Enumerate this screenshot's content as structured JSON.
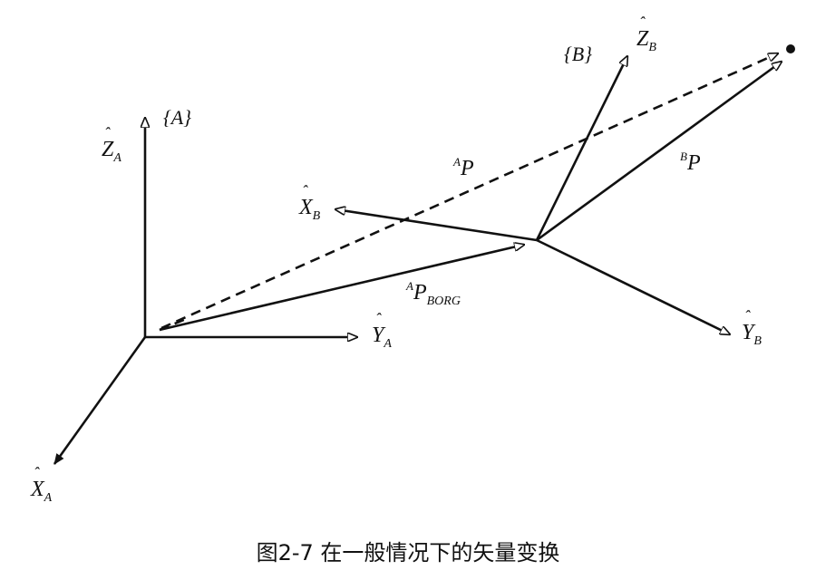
{
  "frames": {
    "A": {
      "name": "{A}",
      "x_axis": "X",
      "x_sub": "A",
      "y_axis": "Y",
      "y_sub": "A",
      "z_axis": "Z",
      "z_sub": "A"
    },
    "B": {
      "name": "{B}",
      "x_axis": "X",
      "x_sub": "B",
      "y_axis": "Y",
      "y_sub": "B",
      "z_axis": "Z",
      "z_sub": "B"
    }
  },
  "vectors": {
    "AP": {
      "sup": "A",
      "main": "P",
      "sub": ""
    },
    "BP": {
      "sup": "B",
      "main": "P",
      "sub": ""
    },
    "APBORG": {
      "sup": "A",
      "main": "P",
      "sub": "BORG"
    }
  },
  "caption": "图2-7   在一般情况下的矢量变换"
}
